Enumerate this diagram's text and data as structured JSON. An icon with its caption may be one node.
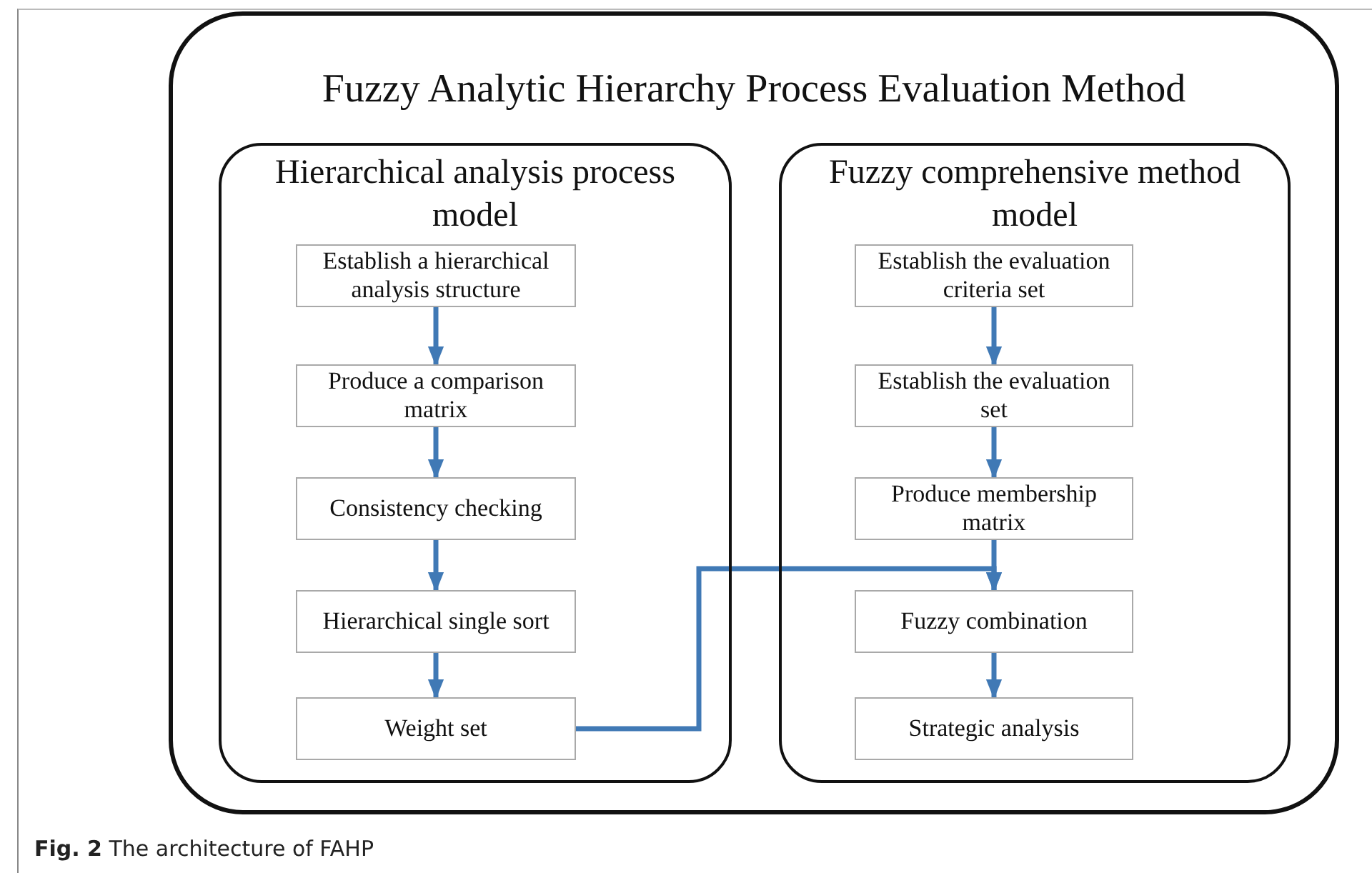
{
  "diagram": {
    "nodes": [
      {
        "text": [
          "Fuzzy Analytic Hierarchy Process Evaluation Method"
        ]
      },
      {
        "text": [
          "Hierarchical analysis process model"
        ],
        "in": 0
      },
      {
        "text": [
          "Establish a hierarchical analysis structure"
        ],
        "in": 1
      },
      {
        "text": [
          "Produce a comparison matrix"
        ],
        "in": 1
      },
      {
        "text": [
          "Consistency checking"
        ],
        "in": 1
      },
      {
        "text": [
          "Hierarchical single sort"
        ],
        "in": 1
      },
      {
        "text": [
          "Weight set"
        ],
        "in": 1
      },
      {
        "text": [
          "Fuzzy comprehensive method model"
        ],
        "in": 0
      },
      {
        "text": [
          "Establish the evaluation criteria set"
        ],
        "in": 7
      },
      {
        "text": [
          "Establish the evaluation set"
        ],
        "in": 7
      },
      {
        "text": [
          "Produce membership matrix"
        ],
        "in": 7
      },
      {
        "text": [
          "Fuzzy combination"
        ],
        "in": 7
      },
      {
        "text": [
          "Strategic analysis"
        ],
        "in": 7
      }
    ],
    "edges": [
      {
        "from": 2,
        "to": 3,
        "arrow": "to"
      },
      {
        "from": 3,
        "to": 4,
        "arrow": "to"
      },
      {
        "from": 4,
        "to": 5,
        "arrow": "to"
      },
      {
        "from": 5,
        "to": 6,
        "arrow": "to"
      },
      {
        "from": 8,
        "to": 9,
        "arrow": "to"
      },
      {
        "from": 9,
        "to": 10,
        "arrow": "to"
      },
      {
        "from": 10,
        "to": 11,
        "arrow": "to"
      },
      {
        "from": 11,
        "to": 12,
        "arrow": "to"
      },
      {
        "from": 6,
        "to": 11,
        "arrow": "to"
      }
    ],
    "caption": "**Fig. 2** The architecture of FAHP"
  }
}
